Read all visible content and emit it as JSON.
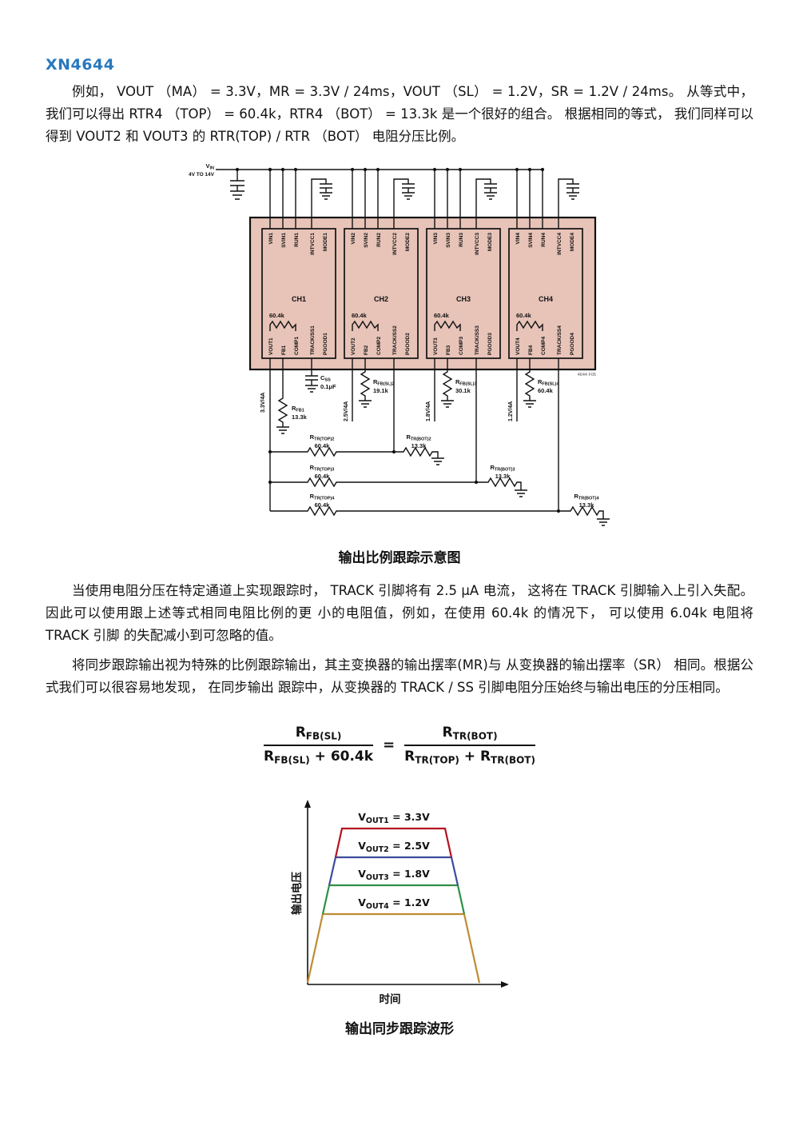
{
  "page": {
    "title": "XN4644",
    "accent_color": "#2878be"
  },
  "paragraphs": {
    "p1": "例如， VOUT （MA） = 3.3V，MR = 3.3V / 24ms，VOUT （SL） = 1.2V，SR = 1.2V / 24ms。 从等式中，我们可以得出 RTR4 （TOP） = 60.4k，RTR4 （BOT） = 13.3k 是一个很好的组合。 根据相同的等式， 我们同样可以得到 VOUT2 和 VOUT3 的 RTR(TOP) / RTR （BOT） 电阻分压比例。",
    "p2": "当使用电阻分压在特定通道上实现跟踪时， TRACK 引脚将有 2.5 μA 电流， 这将在 TRACK 引脚输入上引入失配。因此可以使用跟上述等式相同电阻比例的更 小的电阻值，例如，在使用 60.4k 的情况下， 可以使用 6.04k 电阻将 TRACK 引脚 的失配减小到可忽略的值。",
    "p3": "将同步跟踪输出视为特殊的比例跟踪输出，其主变换器的输出摆率(MR)与 从变换器的输出摆率（SR） 相同。根据公式我们可以很容易地发现， 在同步输出 跟踪中，从变换器的 TRACK / SS 引脚电阻分压始终与输出电压的分压相同。",
    "cap_schematic": "输出比例跟踪示意图",
    "cap_waveform": "输出同步跟踪波形"
  },
  "schematic": {
    "block_fill": "#e7c3b8",
    "fig_ref": "4644 F05",
    "supply": {
      "main": "V",
      "sub": "IN",
      "range": "4V TO 14V"
    },
    "channels": [
      {
        "name": "CH1",
        "internal_res": "60.4k",
        "top_pins": [
          "VIN1",
          "SVIN1",
          "RUN1",
          "INTVCC1",
          "MODE1"
        ],
        "bottom_pins": [
          "VOUT1",
          "FB1",
          "COMP1",
          "TRACK/SS1",
          "PGOOD1"
        ]
      },
      {
        "name": "CH2",
        "internal_res": "60.4k",
        "top_pins": [
          "VIN2",
          "SVIN2",
          "RUN2",
          "INTVCC2",
          "MODE2"
        ],
        "bottom_pins": [
          "VOUT2",
          "FB2",
          "COMP2",
          "TRACK/SS2",
          "PGOOD2"
        ]
      },
      {
        "name": "CH3",
        "internal_res": "60.4k",
        "top_pins": [
          "VIN3",
          "SVIN3",
          "RUN3",
          "INTVCC3",
          "MODE3"
        ],
        "bottom_pins": [
          "VOUT3",
          "FB3",
          "COMP3",
          "TRACK/SS3",
          "PGOOD3"
        ]
      },
      {
        "name": "CH4",
        "internal_res": "60.4k",
        "top_pins": [
          "VIN4",
          "SVIN4",
          "RUN4",
          "INTVCC4",
          "MODE4"
        ],
        "bottom_pins": [
          "VOUT4",
          "FB4",
          "COMP4",
          "TRACK/SS4",
          "PGOOD4"
        ]
      }
    ],
    "outputs": [
      "3.3V/4A",
      "2.5V/4A",
      "1.8V/4A",
      "1.2V/4A"
    ],
    "soft_start_cap": {
      "main": "C",
      "sub": "SS",
      "value": "0.1μF"
    },
    "fb_resistors": [
      {
        "main": "R",
        "sub": "FB1",
        "value": "13.3k"
      },
      {
        "main": "R",
        "sub": "FB(SL)2",
        "value": "19.1k"
      },
      {
        "main": "R",
        "sub": "FB(SL)3",
        "value": "30.1k"
      },
      {
        "main": "R",
        "sub": "FB(SL)4",
        "value": "60.4k"
      }
    ],
    "track_rows": [
      {
        "top_main": "R",
        "top_sub": "TR(TOP)2",
        "top_value": "60.4k",
        "bot_main": "R",
        "bot_sub": "TR(BOT)2",
        "bot_value": "13.3k"
      },
      {
        "top_main": "R",
        "top_sub": "TR(TOP)3",
        "top_value": "60.4k",
        "bot_main": "R",
        "bot_sub": "TR(BOT)3",
        "bot_value": "13.3k"
      },
      {
        "top_main": "R",
        "top_sub": "TR(TOP)4",
        "top_value": "60.4k",
        "bot_main": "R",
        "bot_sub": "TR(BOT)4",
        "bot_value": "13.3k"
      }
    ]
  },
  "formula": {
    "equals": "=",
    "lhs": {
      "num_main": "R",
      "num_sub": "FB(SL)",
      "den_main": "R",
      "den_sub": "FB(SL)",
      "den_rest": " + 60.4k"
    },
    "rhs": {
      "num_main": "R",
      "num_sub": "TR(BOT)",
      "den1_main": "R",
      "den1_sub": "TR(TOP)",
      "den_plus": " + ",
      "den2_main": "R",
      "den2_sub": "TR(BOT)"
    }
  },
  "chart_data": {
    "type": "line",
    "xlabel": "时间",
    "ylabel": "输出电压",
    "waveform": "trapezoid; all four outputs ramp up together, hold plateau, ramp down together (coincident tracking)",
    "ylim": [
      0,
      3.3
    ],
    "series": [
      {
        "name": "VOUT1",
        "plateau_v": 3.3,
        "color": "#b5121f",
        "label_main": "V",
        "label_sub": "OUT1",
        "label_rest": " = 3.3V"
      },
      {
        "name": "VOUT2",
        "plateau_v": 2.5,
        "color": "#3c4b9d",
        "label_main": "V",
        "label_sub": "OUT2",
        "label_rest": " = 2.5V"
      },
      {
        "name": "VOUT3",
        "plateau_v": 1.8,
        "color": "#2e9048",
        "label_main": "V",
        "label_sub": "OUT3",
        "label_rest": " = 1.8V"
      },
      {
        "name": "VOUT4",
        "plateau_v": 1.2,
        "color": "#bf8b33",
        "label_main": "V",
        "label_sub": "OUT4",
        "label_rest": " = 1.2V"
      }
    ]
  }
}
